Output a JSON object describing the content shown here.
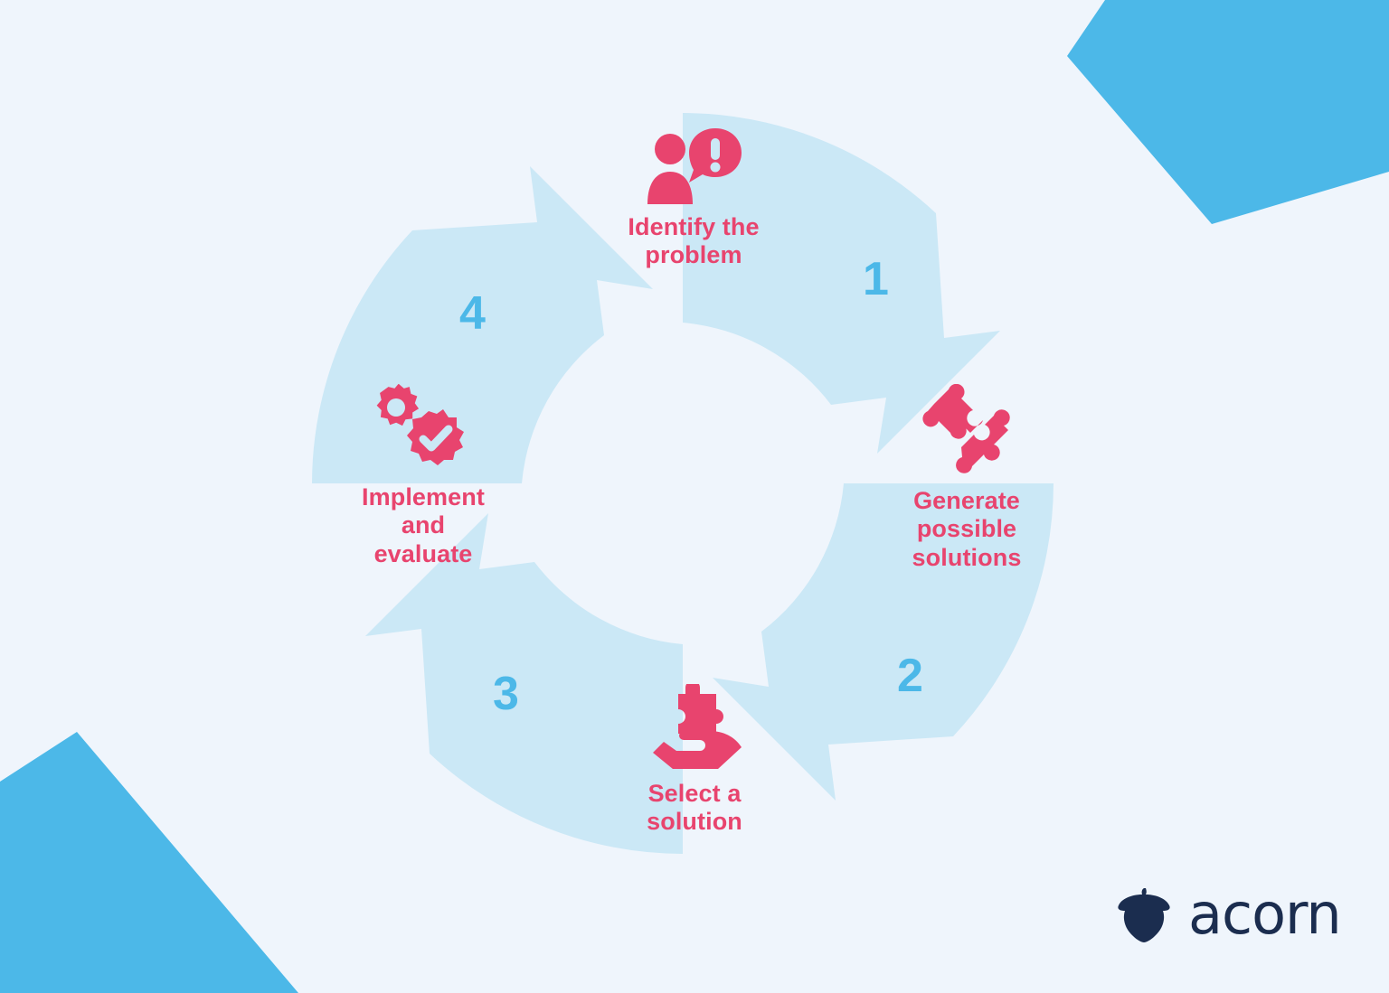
{
  "background_color": "#eff5fc",
  "accent_colors": {
    "ring_blue": "#cbe8f6",
    "corner_blue": "#4cb8e8",
    "number_blue": "#4cb8e8",
    "label_pink": "#e8446e",
    "logo_navy": "#1b2d4f",
    "gap_white": "#f5fafd"
  },
  "diagram": {
    "type": "cycle",
    "step_count": 4,
    "steps": [
      {
        "number": "1",
        "label": "Identify the\nproblem",
        "icon": "person-speech-bubble-alert-icon",
        "position": "top"
      },
      {
        "number": "2",
        "label": "Generate\npossible\nsolutions",
        "icon": "two-puzzle-pieces-icon",
        "position": "right"
      },
      {
        "number": "3",
        "label": "Select a\nsolution",
        "icon": "hand-holding-puzzle-piece-icon",
        "position": "bottom"
      },
      {
        "number": "4",
        "label": "Implement\nand\nevaluate",
        "icon": "gears-checkmark-icon",
        "position": "left"
      }
    ]
  },
  "logo": {
    "mark": "acorn-icon",
    "text": "acorn"
  }
}
